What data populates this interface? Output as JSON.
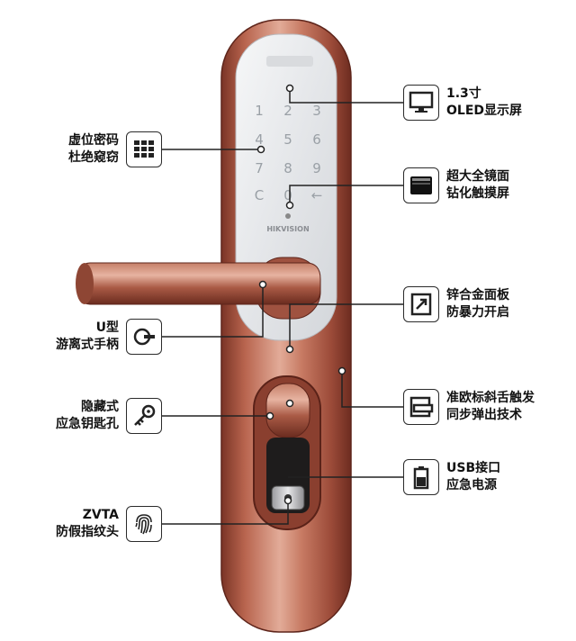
{
  "brand": "HIKVISION",
  "keypad": [
    "1",
    "2",
    "3",
    "4",
    "5",
    "6",
    "7",
    "8",
    "9",
    "C",
    "0",
    "←"
  ],
  "features": {
    "display": {
      "line1": "1.3寸",
      "line2": "OLED显示屏",
      "icon": "monitor-icon"
    },
    "mirror_panel": {
      "line1": "超大全镜面",
      "line2": "钻化触摸屏",
      "icon": "mirror-panel-icon"
    },
    "zinc_panel": {
      "line1": "锌合金面板",
      "line2": "防暴力开启",
      "icon": "panel-shield-icon"
    },
    "latch": {
      "line1": "准欧标斜舌触发",
      "line2": "同步弹出技术",
      "icon": "latch-icon"
    },
    "usb": {
      "line1": "USB接口",
      "line2": "应急电源",
      "icon": "battery-icon"
    },
    "virtual_password": {
      "line1": "虚位密码",
      "line2": "杜绝窥窃",
      "icon": "keypad-icon"
    },
    "handle": {
      "line1": "U型",
      "line2": "游离式手柄",
      "icon": "handle-icon"
    },
    "keyhole": {
      "line1": "隐藏式",
      "line2": "应急钥匙孔",
      "icon": "key-icon"
    },
    "fingerprint": {
      "line1": "ZVTA",
      "line2": "防假指纹头",
      "icon": "fingerprint-icon"
    }
  },
  "colors": {
    "body_light": "#d89a85",
    "body_mid": "#b8644e",
    "body_dark": "#7a3426",
    "glass": "#eceef0",
    "chrome": "#cfcfd2"
  }
}
